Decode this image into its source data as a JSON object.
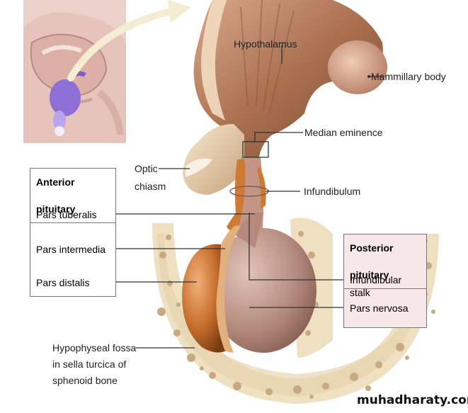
{
  "labels": {
    "hypothalamus": "Hypothalamus",
    "mammillary_body": "Mammillary body",
    "median_eminence": "Median eminence",
    "optic_chiasm_line1": "Optic",
    "optic_chiasm_line2": "chiasm",
    "infundibulum": "Infundibulum",
    "fossa_line1": "Hypophyseal fossa",
    "fossa_line2": "in sella turcica of",
    "fossa_line3": "sphenoid bone"
  },
  "anterior_box": {
    "title": "Anterior pituitary",
    "items": [
      "Pars tuberalis",
      "Pars intermedia",
      "Pars distalis"
    ]
  },
  "posterior_box": {
    "title": "Posterior pituitary",
    "items": [
      "Infundibular stalk",
      "Pars nervosa"
    ]
  },
  "watermark": "muhadharaty.com",
  "colors": {
    "hypothalamus": "#b07a5a",
    "anterior_lobe": "#c2702f",
    "posterior_lobe": "#b98778",
    "bone": "#efe0c2",
    "bone_spots": "#c7aa82",
    "brain_inset": "#e8c8c0",
    "pituitary_inset": "#8b6fd3",
    "leader_line": "#333333",
    "posterior_box_bg": "#f7e7e9"
  }
}
